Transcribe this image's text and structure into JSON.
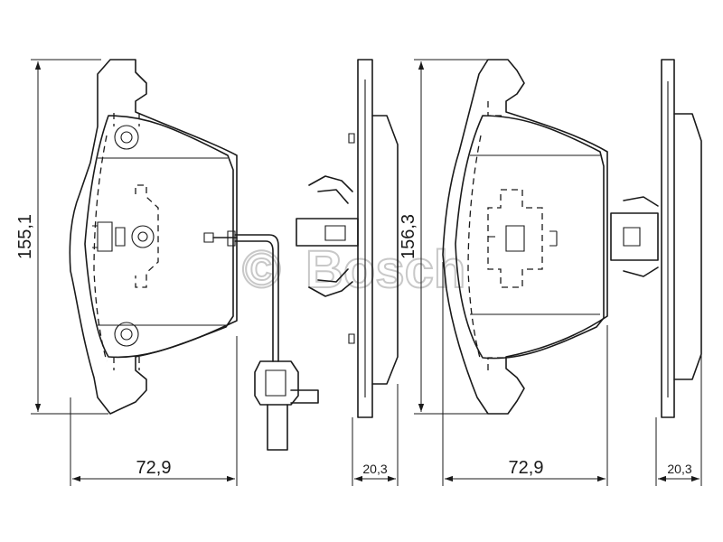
{
  "watermark": {
    "symbol": "©",
    "brand": "Bosch"
  },
  "dimensions": {
    "pad1_height": "155,1",
    "pad1_width": "72,9",
    "pad1_thickness": "20,3",
    "pad2_height": "156,3",
    "pad2_width": "72,9",
    "pad2_thickness": "20,3"
  },
  "icons": [
    "copyright-icon",
    "wear-sensor-icon",
    "clip-icon"
  ]
}
